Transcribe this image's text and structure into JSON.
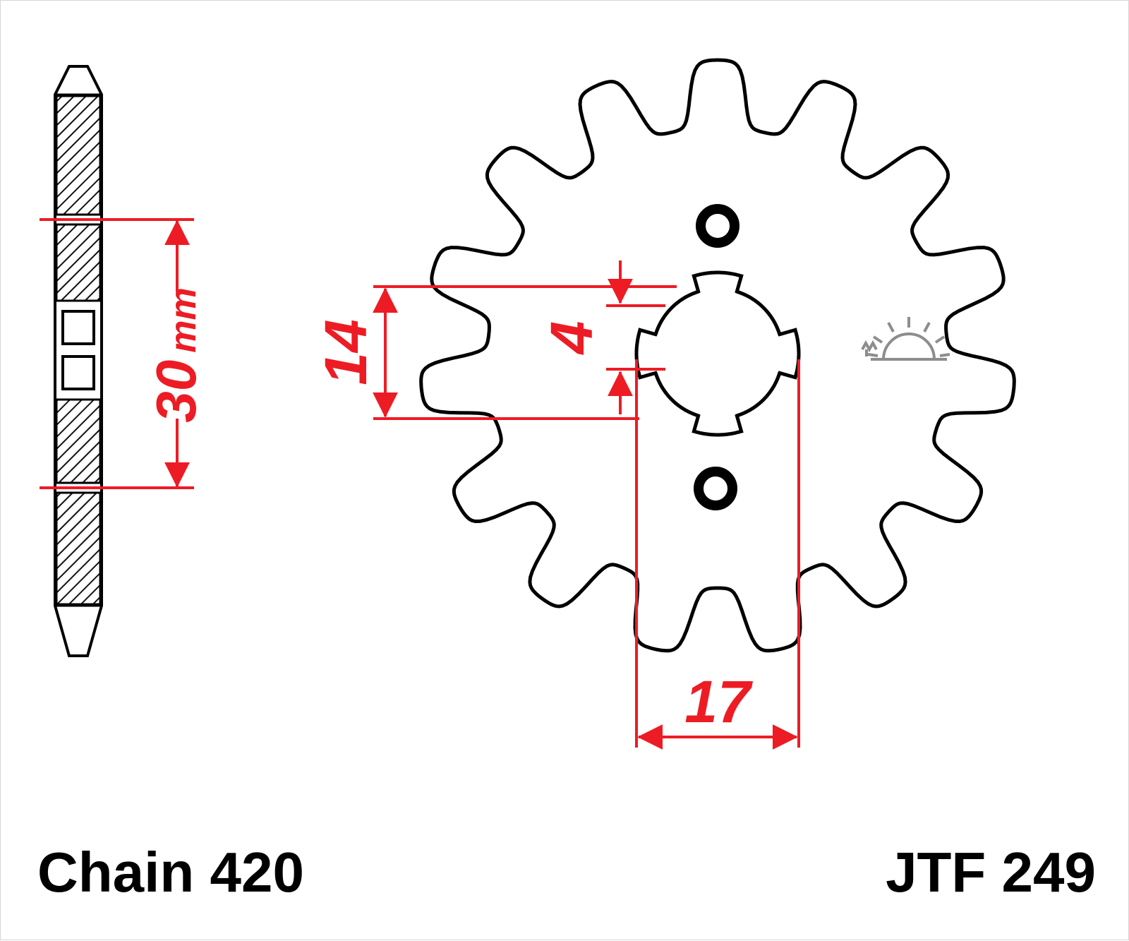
{
  "labels": {
    "chain": "Chain 420",
    "part_number": "JTF 249"
  },
  "dimensions": {
    "side_width": {
      "value": "30",
      "unit": "mm"
    },
    "bore_across": {
      "value": "14"
    },
    "spline_notch": {
      "value": "4"
    },
    "spline_od": {
      "value": "17"
    },
    "color": "#ed1c24"
  },
  "sprocket": {
    "teeth": 15,
    "mount_holes": 2,
    "spline_notches": 4
  },
  "logo": {
    "name": "jt-rising-sun-logo",
    "color": "#8d8d8d"
  }
}
